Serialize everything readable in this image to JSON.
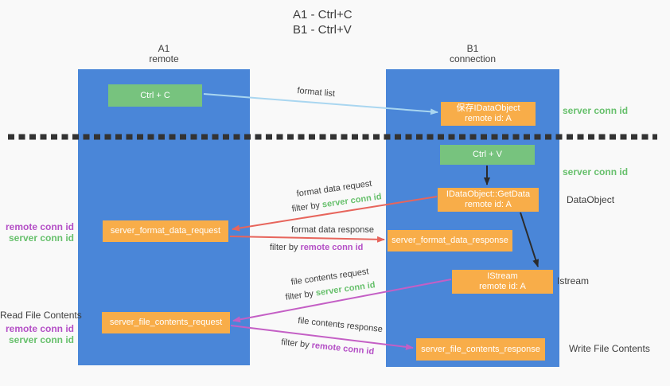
{
  "colors": {
    "bg": "#f9f9f9",
    "lane_blue": "#4a86d8",
    "box_green": "#77c37e",
    "box_orange": "#f8ad49",
    "text_dark": "#3d3d3d",
    "text_green": "#67c06c",
    "text_purple": "#b44fc6",
    "arrow_blue": "#a9d6f0",
    "arrow_red": "#e7655c",
    "arrow_magenta": "#c45fc5",
    "arrow_black": "#2b2b2b",
    "dotted_line": "#333333",
    "box_text": "#ffffff"
  },
  "title": {
    "line1": "A1 - Ctrl+C",
    "line2": "B1 - Ctrl+V"
  },
  "lanes": {
    "left": {
      "title": "A1",
      "subtitle": "remote"
    },
    "right": {
      "title": "B1",
      "subtitle": "connection"
    }
  },
  "nodes": {
    "ctrl_c": {
      "label": "Ctrl + C"
    },
    "ctrl_v": {
      "label": "Ctrl + V"
    },
    "save_idataobject": {
      "line1": "保存IDataObject",
      "line2": "remote id: A"
    },
    "getdata": {
      "line1": "IDataObject::GetData",
      "line2": "remote id: A"
    },
    "istream": {
      "line1": "IStream",
      "line2": "remote id: A"
    },
    "server_format_data_request": {
      "label": "server_format_data_request"
    },
    "server_format_data_response": {
      "label": "server_format_data_response"
    },
    "server_file_contents_request": {
      "label": "server_file_contents_request"
    },
    "server_file_contents_response": {
      "label": "server_file_contents_response"
    }
  },
  "labels": {
    "server_conn_id": "server conn id",
    "remote_conn_id": "remote conn id",
    "dataobject": "DataObject",
    "istream": "Istream",
    "read_file_contents": "Read File Contents",
    "write_file_contents": "Write File Contents"
  },
  "flow": {
    "format_list": "format list",
    "format_data_request": "format data request",
    "format_data_response": "format data response",
    "file_contents_request": "file contents request",
    "file_contents_response": "file contents response",
    "filter_by": "filter by "
  }
}
